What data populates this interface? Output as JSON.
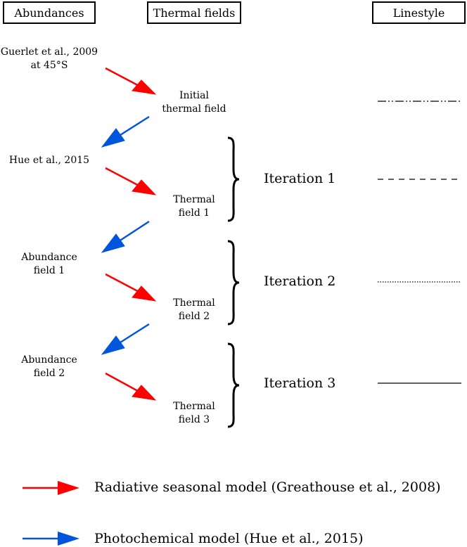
{
  "headers": {
    "abundances": "Abundances",
    "thermal_fields": "Thermal fields",
    "linestyle": "Linestyle"
  },
  "abundances": {
    "source1_line1": "Guerlet et al., 2009",
    "source1_line2": "at 45°S",
    "source2": "Hue et al., 2015",
    "field1_line1": "Abundance",
    "field1_line2": "field 1",
    "field2_line1": "Abundance",
    "field2_line2": "field 2"
  },
  "thermal": {
    "initial_line1": "Initial",
    "initial_line2": "thermal field",
    "field1_line1": "Thermal",
    "field1_line2": "field 1",
    "field2_line1": "Thermal",
    "field2_line2": "field 2",
    "field3_line1": "Thermal",
    "field3_line2": "field 3"
  },
  "iterations": [
    "Iteration 1",
    "Iteration 2",
    "Iteration 3"
  ],
  "linestyles": [
    "dash-dot-dot",
    "dashed",
    "dotted",
    "solid"
  ],
  "legend": {
    "red": "Radiative seasonal model (Greathouse et al., 2008)",
    "blue": "Photochemical model (Hue et al., 2015)"
  },
  "colors": {
    "red_arrow": "#ff0000",
    "blue_arrow": "#0055dd",
    "line": "#000000"
  }
}
